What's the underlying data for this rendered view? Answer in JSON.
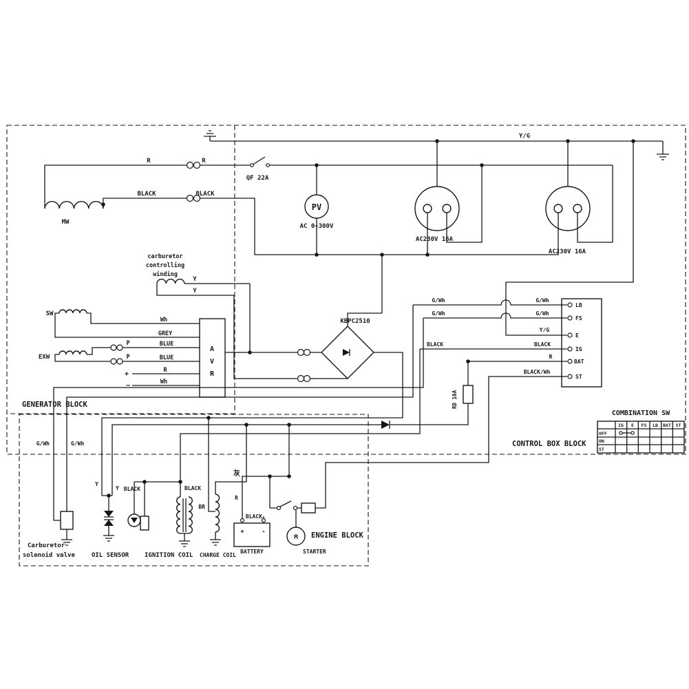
{
  "diagram": {
    "blocks": {
      "generator": "GENERATOR BLOCK",
      "control_box": "CONTROL BOX BLOCK",
      "engine": "ENGINE BLOCK"
    },
    "top": {
      "ground_wire": "Y/G",
      "wire_r_1": "R",
      "wire_r_2": "R",
      "breaker": "QF 22A",
      "wire_black_1": "BLACK",
      "wire_black_2": "BLACK",
      "main_winding": "MW",
      "voltmeter": "PV",
      "voltmeter_range": "AC 0~300V",
      "socket_1": "AC230V 16A",
      "socket_2": "AC230V 16A"
    },
    "generator": {
      "carb_winding": [
        "carburetor",
        "controlling",
        "winding"
      ],
      "wire_y_1": "Y",
      "wire_y_2": "Y",
      "sub_winding": "SW",
      "excitation_winding": "EXW",
      "avr": [
        "A",
        "V",
        "R"
      ],
      "wire_wh_1": "Wh",
      "wire_grey": "GREY",
      "wire_blue_1": "BLUE",
      "wire_blue_2": "BLUE",
      "wire_r": "R",
      "wire_wh_2": "Wh",
      "plug_p_1": "P",
      "plug_p_2": "P",
      "plus": "+",
      "minus": "−"
    },
    "control": {
      "rectifier": "KBPC2510",
      "fuse": "RD 10A",
      "wire_gwh_left_1": "G/Wh",
      "wire_gwh_left_2": "G/Wh",
      "wire_black_left": "BLACK",
      "wire_gwh_right_1": "G/Wh",
      "wire_gwh_right_2": "G/Wh",
      "wire_yg": "Y/G",
      "wire_black_right": "BLACK",
      "wire_r": "R",
      "wire_black_wh": "BLACK/Wh",
      "terminals": [
        "LB",
        "FS",
        "E",
        "IG",
        "BAT",
        "ST"
      ]
    },
    "combination_sw": {
      "title": "COMBINATION SW",
      "headers": [
        "IG",
        "E",
        "FS",
        "LB",
        "BAT",
        "ST"
      ],
      "rows": [
        "OFF",
        "ON",
        "ST"
      ]
    },
    "engine": {
      "wire_gwh_1": "G/Wh",
      "wire_gwh_2": "G/Wh",
      "wire_y_1": "Y",
      "wire_y_2": "Y",
      "wire_black_1": "BLACK",
      "wire_black_2": "BLACK",
      "wire_br": "BR",
      "wire_grey_cn": "灰",
      "wire_r": "R",
      "wire_black_3": "BLACK",
      "battery_plus": "+",
      "battery_minus": "-",
      "starter_motor": "M",
      "carb_valve_line1": "Carburetor",
      "carb_valve_line2": "solenoid valve",
      "oil_sensor": "OIL SENSOR",
      "ignition_coil": "IGNITION COIL",
      "charge_coil": "CHARGE COIL",
      "battery": "BATTERY",
      "starter": "STARTER"
    }
  }
}
